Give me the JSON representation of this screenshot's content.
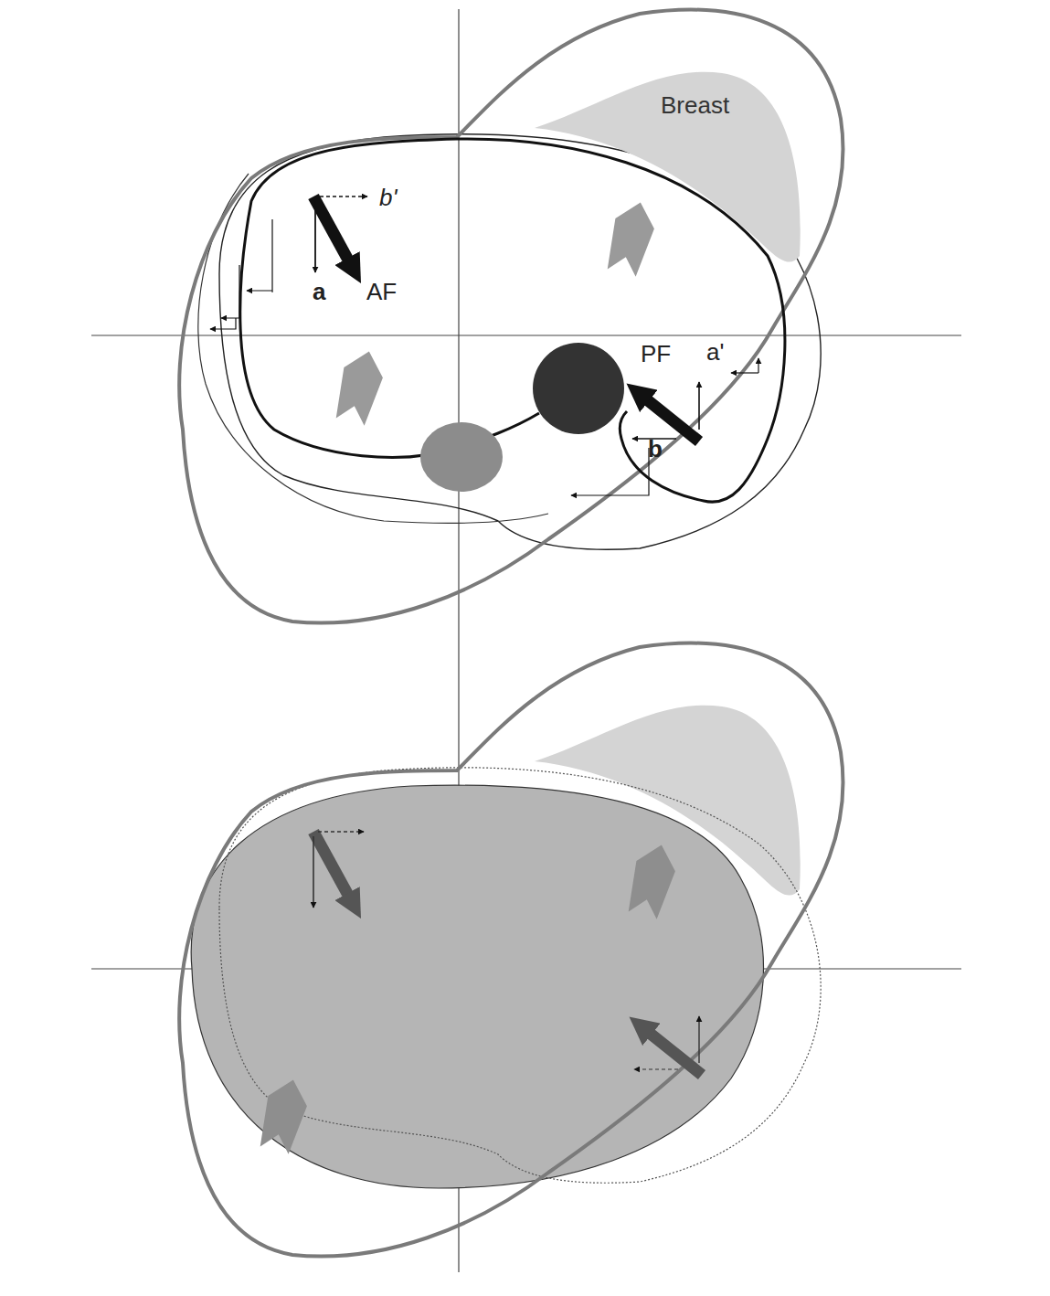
{
  "diagram": {
    "nodes": [
      {
        "text": [
          "Breast"
        ]
      }
    ],
    "labels": [
      "b'",
      "a",
      "AF",
      "PF",
      "a'",
      "b"
    ]
  }
}
